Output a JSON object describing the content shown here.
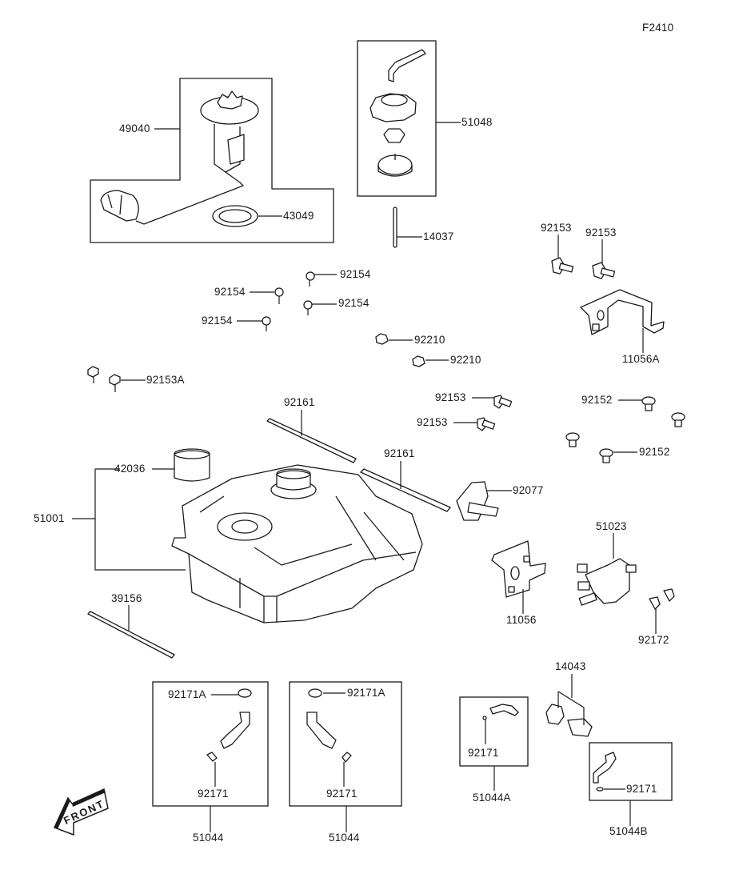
{
  "figure_code": "F2410",
  "direction_marker": "FRONT",
  "labels": {
    "p49040": "49040",
    "p43049": "43049",
    "p51048": "51048",
    "p14037": "14037",
    "p92153_a": "92153",
    "p92153_b": "92153",
    "p11056A": "11056A",
    "p92154_a": "92154",
    "p92154_b": "92154",
    "p92154_c": "92154",
    "p92154_d": "92154",
    "p92210_a": "92210",
    "p92210_b": "92210",
    "p92153A": "92153A",
    "p92153_c": "92153",
    "p92153_d": "92153",
    "p92152_a": "92152",
    "p92152_b": "92152",
    "p92161_a": "92161",
    "p92161_b": "92161",
    "p42036": "42036",
    "p51001": "51001",
    "p92077": "92077",
    "p51023": "51023",
    "p11056": "11056",
    "p92172": "92172",
    "p39156": "39156",
    "p92171A_a": "92171A",
    "p92171_a": "92171",
    "p51044_a": "51044",
    "p92171A_b": "92171A",
    "p92171_b": "92171",
    "p51044_b": "51044",
    "p14043": "14043",
    "p92171_c": "92171",
    "p51044A": "51044A",
    "p92171_d": "92171",
    "p51044B": "51044B"
  }
}
